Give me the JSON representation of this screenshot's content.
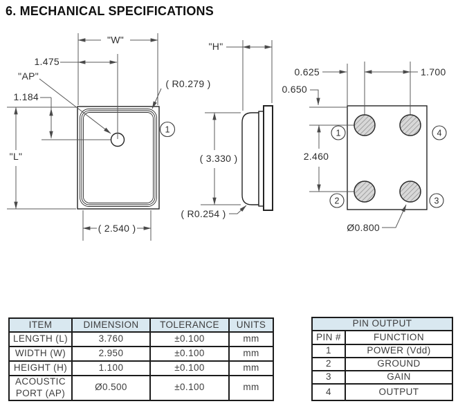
{
  "title": "6. MECHANICAL SPECIFICATIONS",
  "colors": {
    "table_header_bg": "#d9e8f0",
    "hatch_fill": "#d8d8d8",
    "hatch_line": "#8f8f8f",
    "line": "#585858"
  },
  "drawing": {
    "front": {
      "width_dim": "\"W\"",
      "ap_x": "1.475",
      "ap_label": "\"AP\"",
      "ap_y": "1.184",
      "length_dim": "\"L\"",
      "lid_radius": "( R0.279 )",
      "base_width": "( 2.540 )",
      "pin1_balloon": "1"
    },
    "side": {
      "height_dim": "\"H\"",
      "can_height": "( 3.330 )",
      "base_radius": "( R0.254 )"
    },
    "pads": {
      "edge_to_pad_x": "0.625",
      "edge_to_pad_y": "0.650",
      "pitch_x": "1.700",
      "pitch_y": "2.460",
      "pad_diameter": "Ø0.800",
      "balloon_1": "1",
      "balloon_2": "2",
      "balloon_3": "3",
      "balloon_4": "4"
    }
  },
  "spec_table": {
    "headers": [
      "ITEM",
      "DIMENSION",
      "TOLERANCE",
      "UNITS"
    ],
    "rows": [
      {
        "item": "LENGTH (L)",
        "dimension": "3.760",
        "tolerance": "±0.100",
        "units": "mm"
      },
      {
        "item": "WIDTH (W)",
        "dimension": "2.950",
        "tolerance": "±0.100",
        "units": "mm"
      },
      {
        "item": "HEIGHT (H)",
        "dimension": "1.100",
        "tolerance": "±0.100",
        "units": "mm"
      },
      {
        "item": "ACOUSTIC PORT (AP)",
        "dimension": "Ø0.500",
        "tolerance": "±0.100",
        "units": "mm"
      }
    ]
  },
  "pin_table": {
    "title": "PIN OUTPUT",
    "headers": [
      "PIN #",
      "FUNCTION"
    ],
    "rows": [
      {
        "pin": "1",
        "function": "POWER (Vdd)"
      },
      {
        "pin": "2",
        "function": "GROUND"
      },
      {
        "pin": "3",
        "function": "GAIN"
      },
      {
        "pin": "4",
        "function": "OUTPUT"
      }
    ]
  }
}
